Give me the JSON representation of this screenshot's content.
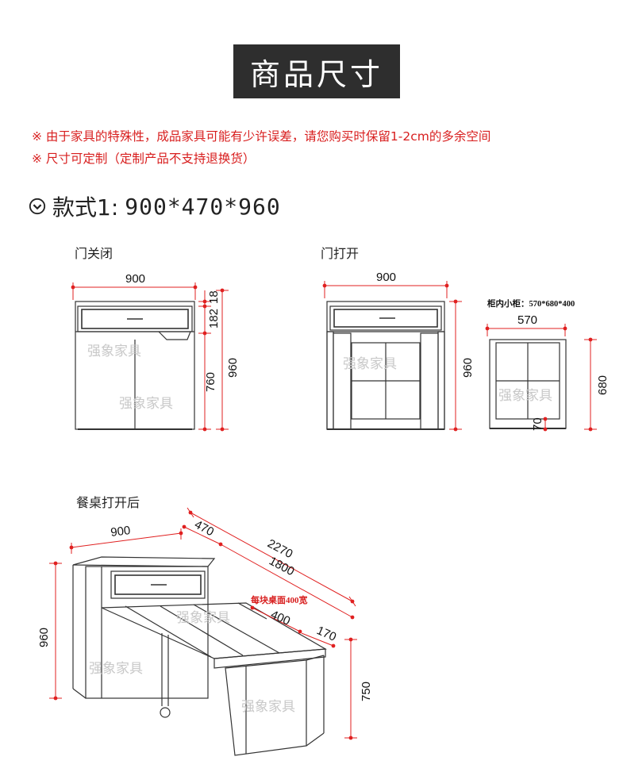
{
  "header": {
    "title": "商品尺寸"
  },
  "notes": [
    "※ 由于家具的特殊性，成品家具可能有少许误差，请您购买时保留1-2cm的多余空间",
    "※ 尺寸可定制（定制产品不支持退换货）"
  ],
  "style": {
    "label": "款式1:",
    "dims": "900*470*960"
  },
  "views": {
    "closed": "门关闭",
    "open": "门打开",
    "inner": "柜内小柜：570*680*400",
    "table": "餐桌打开后"
  },
  "dimensions": {
    "closed_width": "900",
    "closed_top": "18",
    "closed_drawer": "182",
    "closed_lower": "760",
    "closed_height": "960",
    "open_width": "900",
    "open_height": "960",
    "inner_width": "570",
    "inner_height": "680",
    "inner_base": "70",
    "table_width": "900",
    "table_depth": "470",
    "table_total": "2270",
    "table_len": "1800",
    "table_height": "960",
    "panel_note": "每块桌面400宽",
    "panel_width": "400",
    "panel_end": "170",
    "table_leg": "750"
  },
  "watermark": "强象家具"
}
